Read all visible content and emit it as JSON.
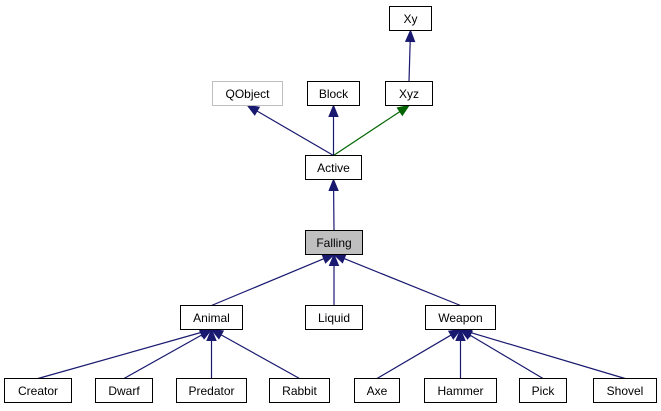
{
  "diagram": {
    "nodes": [
      {
        "id": "xy",
        "label": "Xy",
        "kind": "normal"
      },
      {
        "id": "qobject",
        "label": "QObject",
        "kind": "external"
      },
      {
        "id": "block",
        "label": "Block",
        "kind": "normal"
      },
      {
        "id": "xyz",
        "label": "Xyz",
        "kind": "normal"
      },
      {
        "id": "active",
        "label": "Active",
        "kind": "normal"
      },
      {
        "id": "falling",
        "label": "Falling",
        "kind": "current"
      },
      {
        "id": "animal",
        "label": "Animal",
        "kind": "normal"
      },
      {
        "id": "liquid",
        "label": "Liquid",
        "kind": "normal"
      },
      {
        "id": "weapon",
        "label": "Weapon",
        "kind": "normal"
      },
      {
        "id": "creator",
        "label": "Creator",
        "kind": "normal"
      },
      {
        "id": "dwarf",
        "label": "Dwarf",
        "kind": "normal"
      },
      {
        "id": "predator",
        "label": "Predator",
        "kind": "normal"
      },
      {
        "id": "rabbit",
        "label": "Rabbit",
        "kind": "normal"
      },
      {
        "id": "axe",
        "label": "Axe",
        "kind": "normal"
      },
      {
        "id": "hammer",
        "label": "Hammer",
        "kind": "normal"
      },
      {
        "id": "pick",
        "label": "Pick",
        "kind": "normal"
      },
      {
        "id": "shovel",
        "label": "Shovel",
        "kind": "normal"
      }
    ],
    "edges": [
      {
        "from": "xyz",
        "to": "xy",
        "color": "#191970"
      },
      {
        "from": "active",
        "to": "qobject",
        "color": "#191970"
      },
      {
        "from": "active",
        "to": "block",
        "color": "#191970"
      },
      {
        "from": "active",
        "to": "xyz",
        "color": "#006400"
      },
      {
        "from": "falling",
        "to": "active",
        "color": "#191970"
      },
      {
        "from": "animal",
        "to": "falling",
        "color": "#191970"
      },
      {
        "from": "liquid",
        "to": "falling",
        "color": "#191970"
      },
      {
        "from": "weapon",
        "to": "falling",
        "color": "#191970"
      },
      {
        "from": "creator",
        "to": "animal",
        "color": "#191970"
      },
      {
        "from": "dwarf",
        "to": "animal",
        "color": "#191970"
      },
      {
        "from": "predator",
        "to": "animal",
        "color": "#191970"
      },
      {
        "from": "rabbit",
        "to": "animal",
        "color": "#191970"
      },
      {
        "from": "axe",
        "to": "weapon",
        "color": "#191970"
      },
      {
        "from": "hammer",
        "to": "weapon",
        "color": "#191970"
      },
      {
        "from": "pick",
        "to": "weapon",
        "color": "#191970"
      },
      {
        "from": "shovel",
        "to": "weapon",
        "color": "#191970"
      }
    ]
  }
}
